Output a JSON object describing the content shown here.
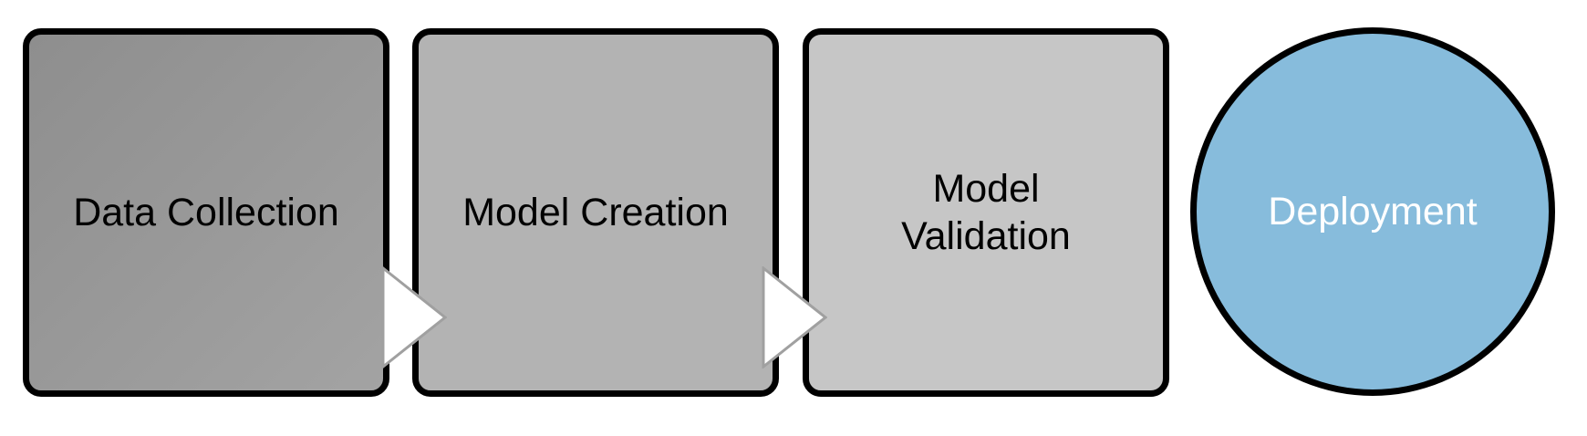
{
  "diagram": {
    "steps": [
      {
        "label": "Data Collection",
        "color": "#999999"
      },
      {
        "label": "Model Creation",
        "color": "#b3b3b3"
      },
      {
        "label": "Model Validation",
        "color": "#c6c6c6"
      }
    ],
    "final": {
      "label": "Deployment",
      "color": "#87bcdc",
      "text_color": "#ffffff"
    },
    "connector_icon": "chevron-arrow-right-icon"
  }
}
